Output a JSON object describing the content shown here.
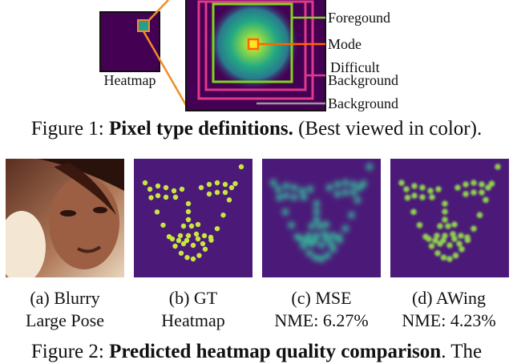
{
  "figure1": {
    "heatmap_label": "Heatmap",
    "legend": {
      "foreground": "Foregound",
      "mode": "Mode",
      "difficult_line1": "Difficult",
      "difficult_line2": "Background",
      "background": "Background"
    },
    "caption_prefix": "Figure 1: ",
    "caption_bold": "Pixel type definitions.",
    "caption_rest": " (Best viewed in color).",
    "colors": {
      "foreground": "#7ed321",
      "mode": "#ff6600",
      "difficult": "#e0388a",
      "background": "#9a9a9a",
      "zoom_line": "#f28c28",
      "heatmap_bg": "#4a1a6b"
    }
  },
  "figure2": {
    "panels": [
      {
        "line1": "(a) Blurry",
        "line2": "Large Pose"
      },
      {
        "line1": "(b) GT",
        "line2": "Heatmap"
      },
      {
        "line1": "(c) MSE",
        "line2": "NME: 6.27%"
      },
      {
        "line1": "(d) AWing",
        "line2": "NME: 4.23%"
      }
    ],
    "caption_prefix": "Figure 2: ",
    "caption_bold": "Predicted heatmap quality comparison",
    "caption_rest": ". The"
  }
}
